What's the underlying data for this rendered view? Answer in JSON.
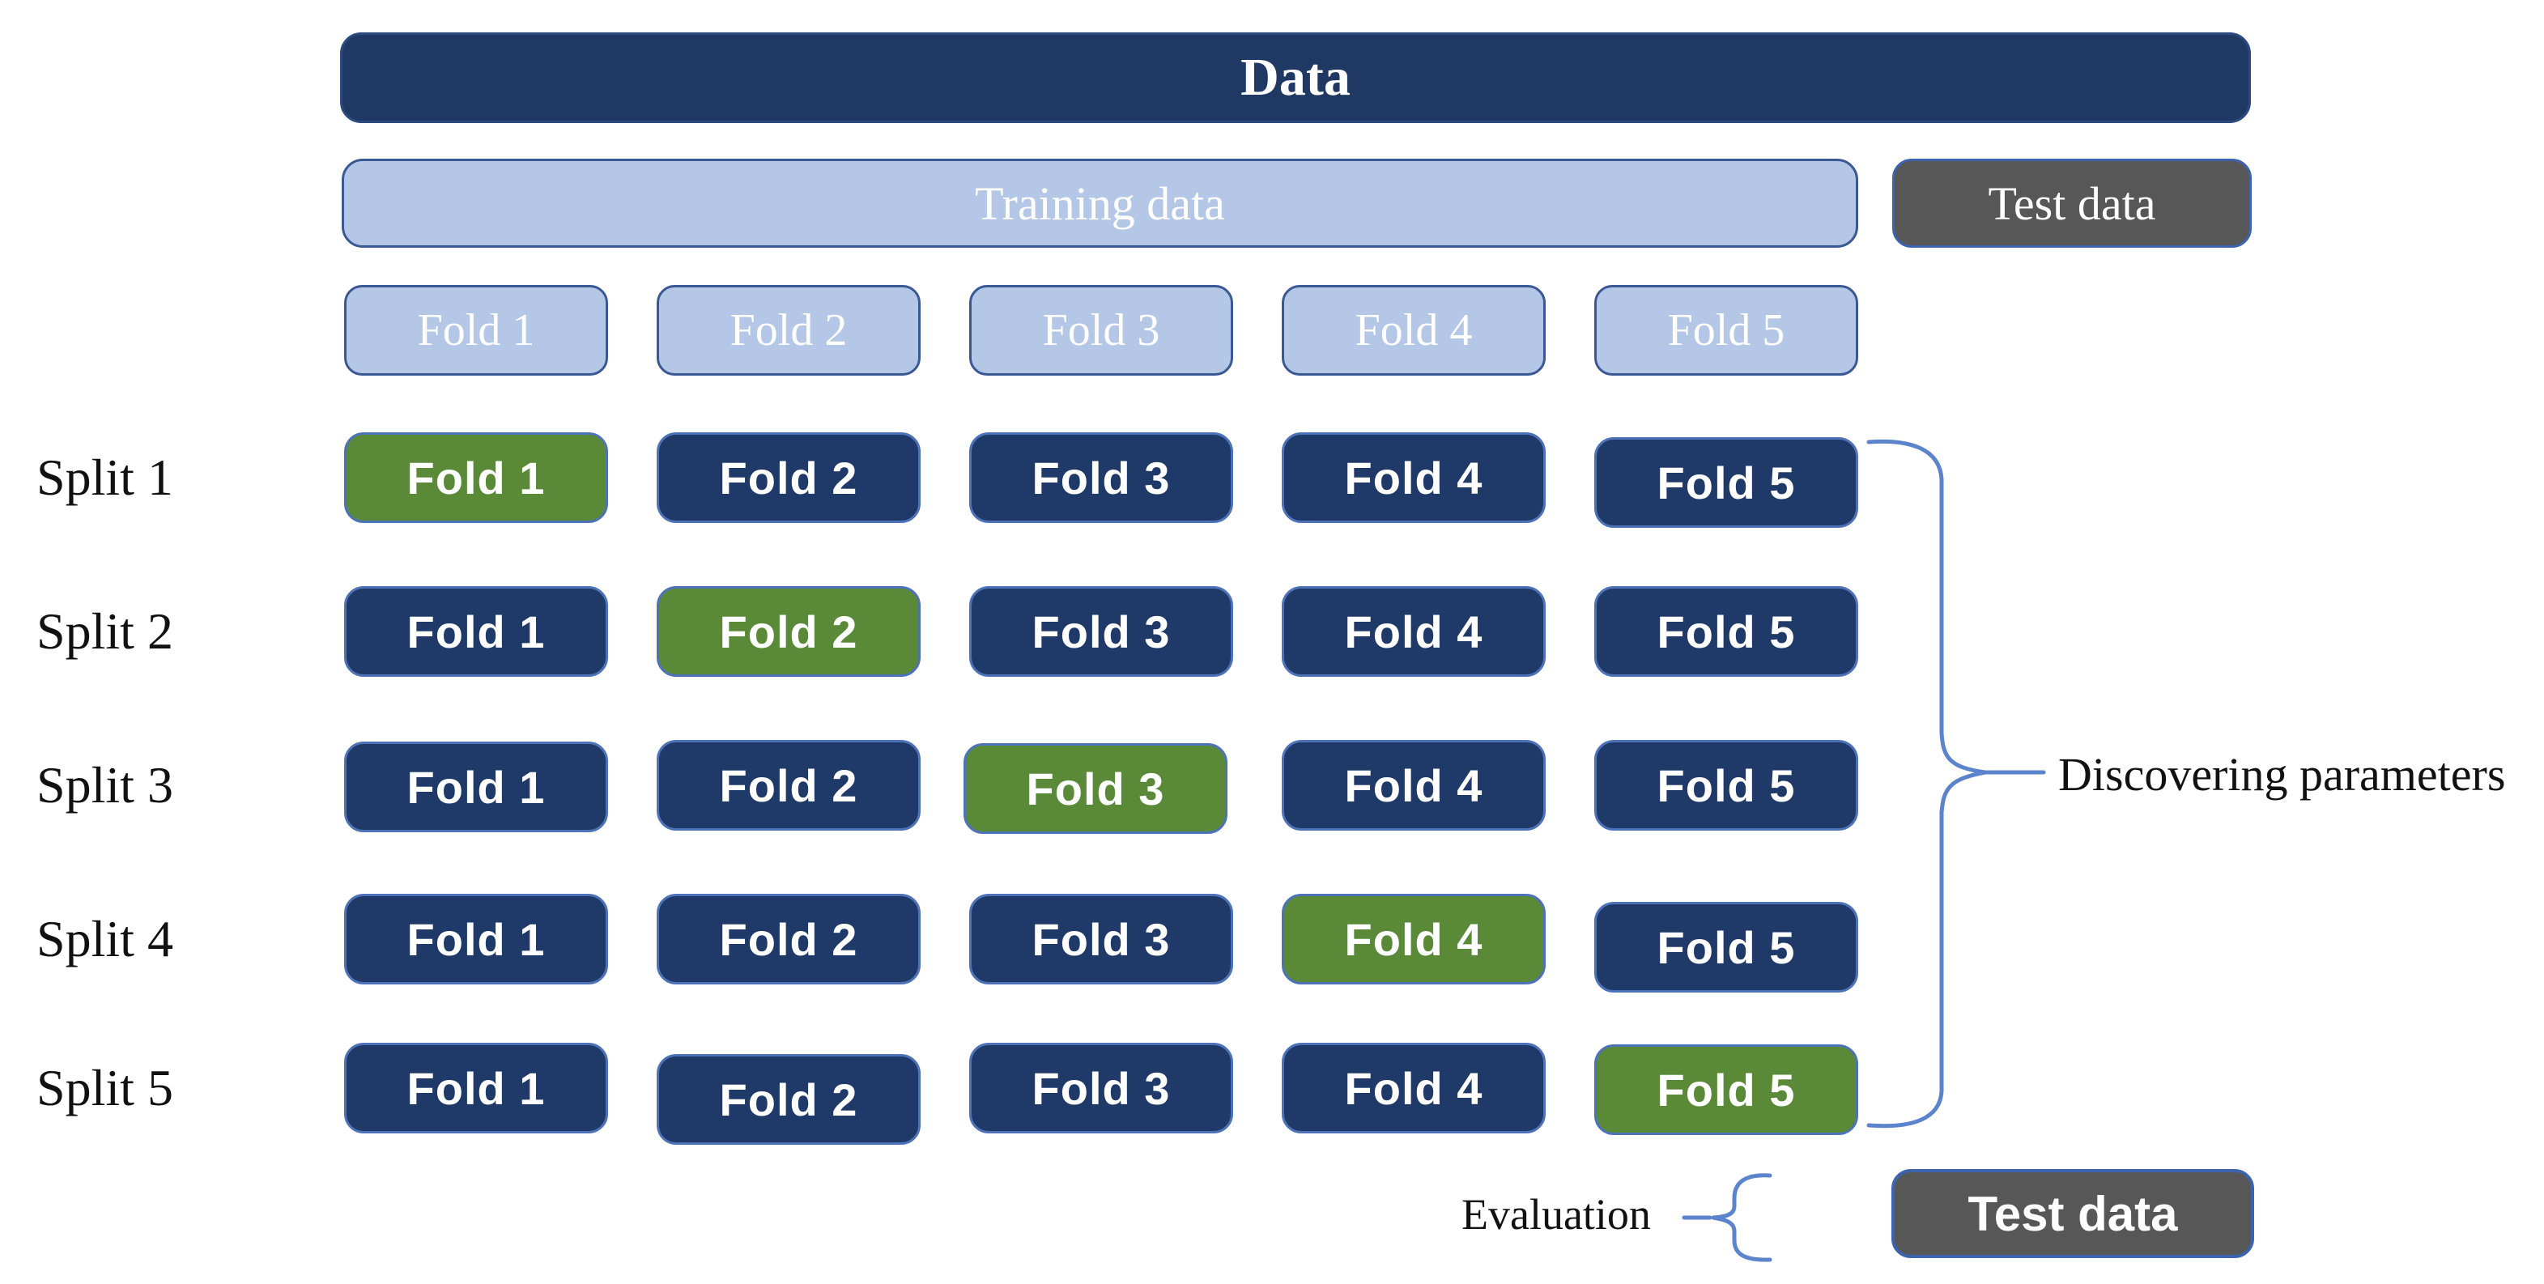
{
  "header": {
    "data_label": "Data"
  },
  "second_row": {
    "training_label": "Training data",
    "test_label": "Test data"
  },
  "fold_header": {
    "folds": [
      "Fold 1",
      "Fold 2",
      "Fold 3",
      "Fold 4",
      "Fold 5"
    ]
  },
  "splits": [
    {
      "label": "Split 1",
      "highlighted_fold": "Fold 1",
      "folds": [
        "Fold 1",
        "Fold 2",
        "Fold 3",
        "Fold 4",
        "Fold 5"
      ]
    },
    {
      "label": "Split 2",
      "highlighted_fold": "Fold 2",
      "folds": [
        "Fold 1",
        "Fold 2",
        "Fold 3",
        "Fold 4",
        "Fold 5"
      ]
    },
    {
      "label": "Split 3",
      "highlighted_fold": "Fold 3",
      "folds": [
        "Fold 1",
        "Fold 2",
        "Fold 3",
        "Fold 4",
        "Fold 5"
      ]
    },
    {
      "label": "Split 4",
      "highlighted_fold": "Fold 4",
      "folds": [
        "Fold 1",
        "Fold 2",
        "Fold 3",
        "Fold 4",
        "Fold 5"
      ]
    },
    {
      "label": "Split 5",
      "highlighted_fold": "Fold 5",
      "folds": [
        "Fold 1",
        "Fold 2",
        "Fold 3",
        "Fold 4",
        "Fold 5"
      ]
    }
  ],
  "annotations": {
    "discovering_label": "Discovering parameters",
    "evaluation_label": "Evaluation"
  },
  "bottom": {
    "test_label": "Test data"
  },
  "colors": {
    "navy": "#1f3864",
    "navy_cell": "#1f3a68",
    "light_blue": "#b4c7e7",
    "light_blue_outline": "#3a5894",
    "green": "#5a8a38",
    "cell_outline_blue": "#4d72b8",
    "gray": "#575757",
    "gray_outline": "#3d63ae",
    "brace_blue": "#5b84cc",
    "text_black": "#111111",
    "text_white": "#ffffff"
  }
}
